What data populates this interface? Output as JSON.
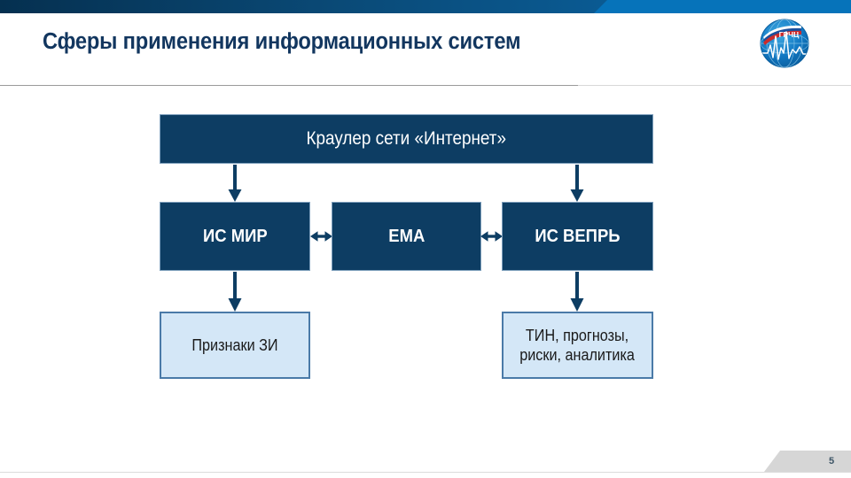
{
  "slide": {
    "title": "Сферы применения информационных систем",
    "page_number": "5"
  },
  "brand": {
    "logo_text": "ГРЧЦ",
    "accent_dark": "#053050",
    "accent_mid": "#0a4a77",
    "accent_light": "#0673ba",
    "node_dark_fill": "#0d3d63",
    "node_light_fill": "#d4e7f7",
    "node_light_border": "#4a7aa8",
    "title_color": "#12365f"
  },
  "diagram": {
    "type": "flowchart",
    "nodes": [
      {
        "id": "crawler",
        "label": "Краулер сети «Интернет»",
        "style": "dark",
        "row": 0
      },
      {
        "id": "ismir",
        "label": "ИС МИР",
        "style": "dark",
        "row": 1
      },
      {
        "id": "ema",
        "label": "ЕМА",
        "style": "dark",
        "row": 1
      },
      {
        "id": "isvepr",
        "label": "ИС ВЕПРЬ",
        "style": "dark",
        "row": 1
      },
      {
        "id": "priznaki",
        "label": "Признаки ЗИ",
        "style": "light",
        "row": 2
      },
      {
        "id": "tin",
        "label": "ТИН, прогнозы,\nриски, аналитика",
        "label_line1": "ТИН, прогнозы,",
        "label_line2": "риски, аналитика",
        "style": "light",
        "row": 2
      }
    ],
    "edges": [
      {
        "from": "crawler",
        "to": "ismir",
        "direction": "down"
      },
      {
        "from": "crawler",
        "to": "isvepr",
        "direction": "down"
      },
      {
        "from": "ismir",
        "to": "priznaki",
        "direction": "down"
      },
      {
        "from": "isvepr",
        "to": "tin",
        "direction": "down"
      },
      {
        "from": "ismir",
        "to": "ema",
        "direction": "bidirectional"
      },
      {
        "from": "ema",
        "to": "isvepr",
        "direction": "bidirectional"
      }
    ]
  }
}
